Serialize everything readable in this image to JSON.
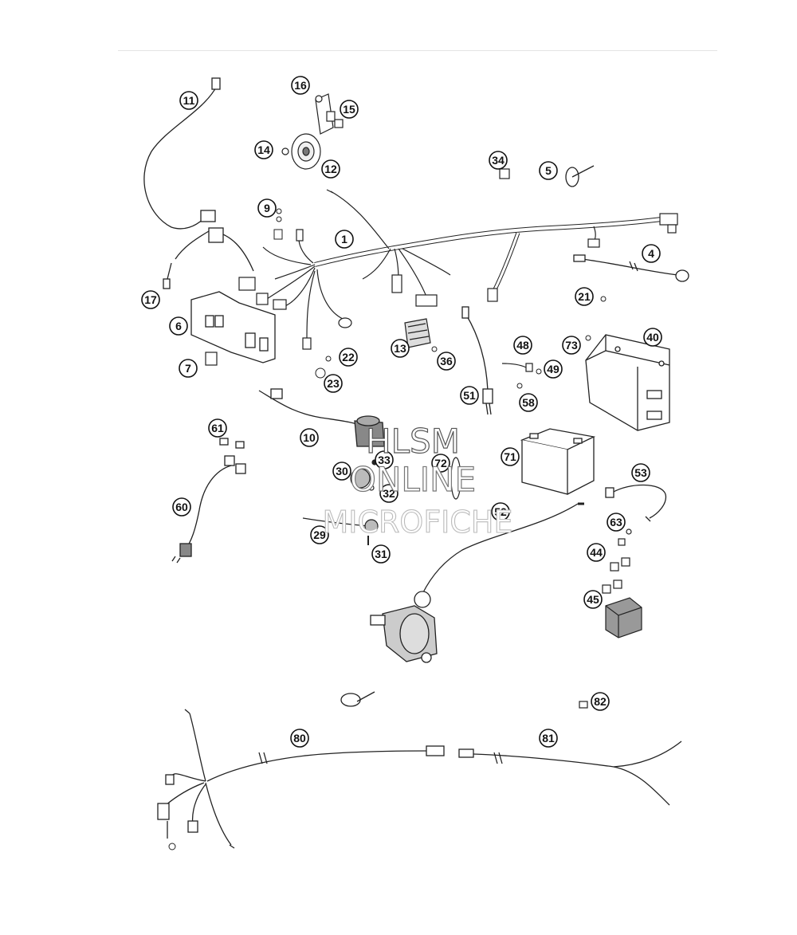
{
  "callouts": [
    "1",
    "4",
    "5",
    "6",
    "7",
    "9",
    "10",
    "11",
    "12",
    "13",
    "14",
    "15",
    "16",
    "17",
    "21",
    "22",
    "23",
    "29",
    "30",
    "31",
    "32",
    "33",
    "34",
    "36",
    "40",
    "44",
    "45",
    "48",
    "49",
    "51",
    "52",
    "53",
    "58",
    "60",
    "61",
    "63",
    "71",
    "72",
    "73",
    "80",
    "81",
    "82"
  ],
  "watermark": {
    "line1": "HLSM",
    "line2": "ONLINE",
    "line3": "MICROFICHE"
  }
}
